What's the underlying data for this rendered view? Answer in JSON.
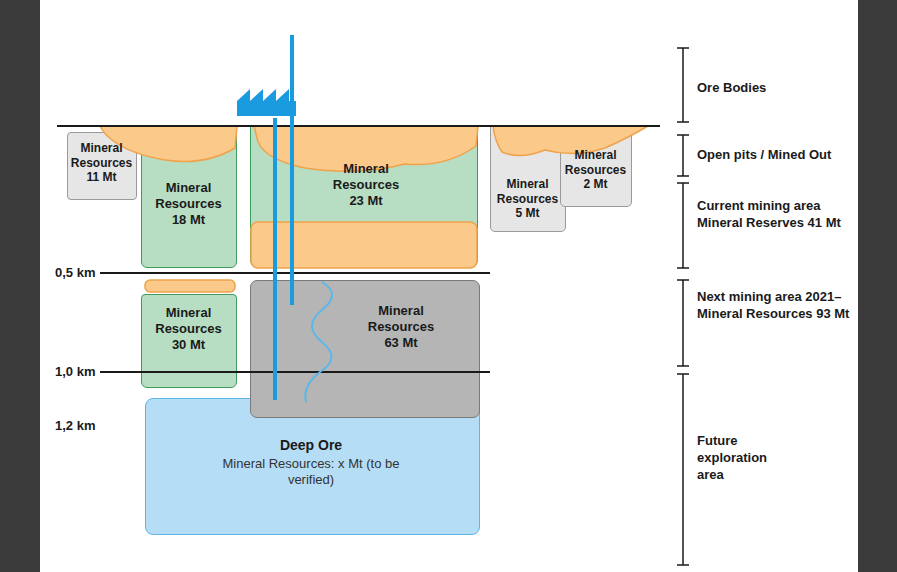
{
  "diagram": {
    "nodes": [
      {
        "text": [
          "Mineral Resources",
          "11 Mt"
        ]
      },
      {
        "text": [
          "Mineral Resources",
          "18 Mt"
        ]
      },
      {
        "text": [
          "Mineral Resources",
          "23 Mt"
        ]
      },
      {
        "text": [
          "Mineral Resources",
          "5 Mt"
        ]
      },
      {
        "text": [
          "Mineral Resources",
          "2 Mt"
        ]
      },
      {
        "text": [
          "Mineral Resources",
          "30 Mt"
        ]
      },
      {
        "text": [
          "Mineral Resources",
          "63 Mt"
        ]
      },
      {
        "text": [
          "Deep Ore",
          "Mineral Resources: x Mt (to be verified)"
        ]
      }
    ],
    "edges": [],
    "labels": [
      "Ore Bodies",
      "Open pits / Mined Out",
      "Current mining area Mineral Reserves 41 Mt",
      "Next mining area 2021– Mineral Resources 93 Mt",
      "Future exploration area",
      "0,5 km",
      "1,0 km",
      "1,2 km"
    ]
  }
}
